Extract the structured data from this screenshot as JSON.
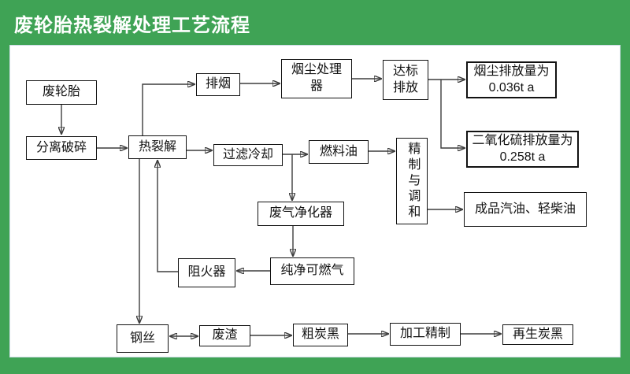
{
  "title": "废轮胎热裂解处理工艺流程",
  "colors": {
    "background_green": "#3FA355",
    "panel_background": "#FFFFFF",
    "box_border": "#121212",
    "title_text": "#FFFFFF",
    "connector": "#3D3D3D"
  },
  "diagram": {
    "nodes": {
      "waste_tire": "废轮胎",
      "separation_crushing": "分离破碎",
      "pyrolysis": "热裂解",
      "smoke_exhaust": "排烟",
      "dust_processor": "烟尘处理器",
      "standard_emission": "达标排放",
      "dust_emission_value": "烟尘排放量为 0.036t a",
      "so2_emission_value": "二氧化硫排放量为 0.258t a",
      "filter_cooling": "过滤冷却",
      "fuel_oil": "燃料油",
      "refining_blending": "精制与调和",
      "finished_oils": "成品汽油、轻柴油",
      "gas_purifier": "废气净化器",
      "pure_combustible_gas": "纯净可燃气",
      "flame_arrester": "阻火器",
      "steel_wire": "钢丝",
      "waste_residue": "废渣",
      "crude_carbon_black": "粗炭黑",
      "processing_refining": "加工精制",
      "regenerated_carbon_black": "再生炭黑"
    }
  }
}
